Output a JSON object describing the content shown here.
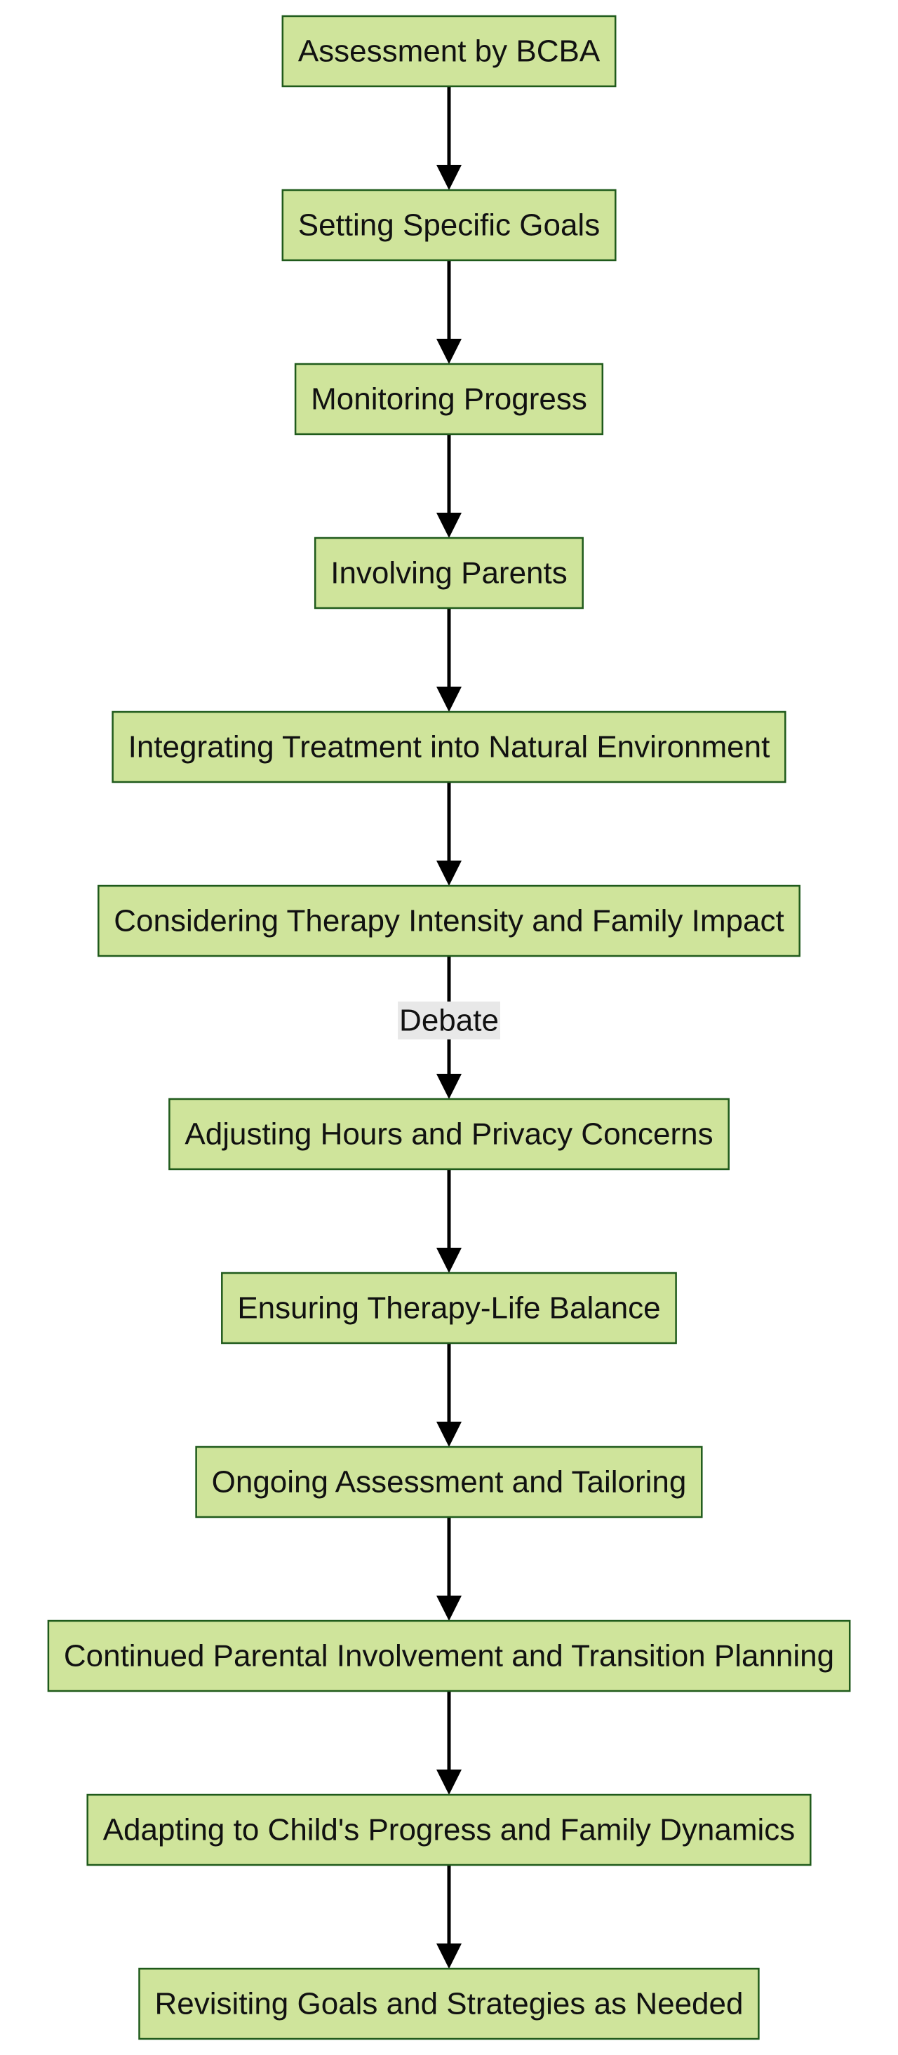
{
  "diagram": {
    "type": "flowchart",
    "direction": "top-to-bottom",
    "colors": {
      "node_fill": "#cfe49b",
      "node_border": "#1f5a1b",
      "edge": "#000000",
      "label_background": "#e8e8e8",
      "text": "#111111"
    },
    "nodes": [
      {
        "id": "n1",
        "label": "Assessment by BCBA"
      },
      {
        "id": "n2",
        "label": "Setting Specific Goals"
      },
      {
        "id": "n3",
        "label": "Monitoring Progress"
      },
      {
        "id": "n4",
        "label": "Involving Parents"
      },
      {
        "id": "n5",
        "label": "Integrating Treatment into Natural Environment"
      },
      {
        "id": "n6",
        "label": "Considering Therapy Intensity and Family Impact"
      },
      {
        "id": "n7",
        "label": "Adjusting Hours and Privacy Concerns"
      },
      {
        "id": "n8",
        "label": "Ensuring Therapy-Life Balance"
      },
      {
        "id": "n9",
        "label": "Ongoing Assessment and Tailoring"
      },
      {
        "id": "n10",
        "label": "Continued Parental Involvement and Transition Planning"
      },
      {
        "id": "n11",
        "label": "Adapting to Child's Progress and Family Dynamics"
      },
      {
        "id": "n12",
        "label": "Revisiting Goals and Strategies as Needed"
      }
    ],
    "edges": [
      {
        "from": "n1",
        "to": "n2",
        "label": ""
      },
      {
        "from": "n2",
        "to": "n3",
        "label": ""
      },
      {
        "from": "n3",
        "to": "n4",
        "label": ""
      },
      {
        "from": "n4",
        "to": "n5",
        "label": ""
      },
      {
        "from": "n5",
        "to": "n6",
        "label": ""
      },
      {
        "from": "n6",
        "to": "n7",
        "label": "Debate"
      },
      {
        "from": "n7",
        "to": "n8",
        "label": ""
      },
      {
        "from": "n8",
        "to": "n9",
        "label": ""
      },
      {
        "from": "n9",
        "to": "n10",
        "label": ""
      },
      {
        "from": "n10",
        "to": "n11",
        "label": ""
      },
      {
        "from": "n11",
        "to": "n12",
        "label": ""
      }
    ]
  }
}
